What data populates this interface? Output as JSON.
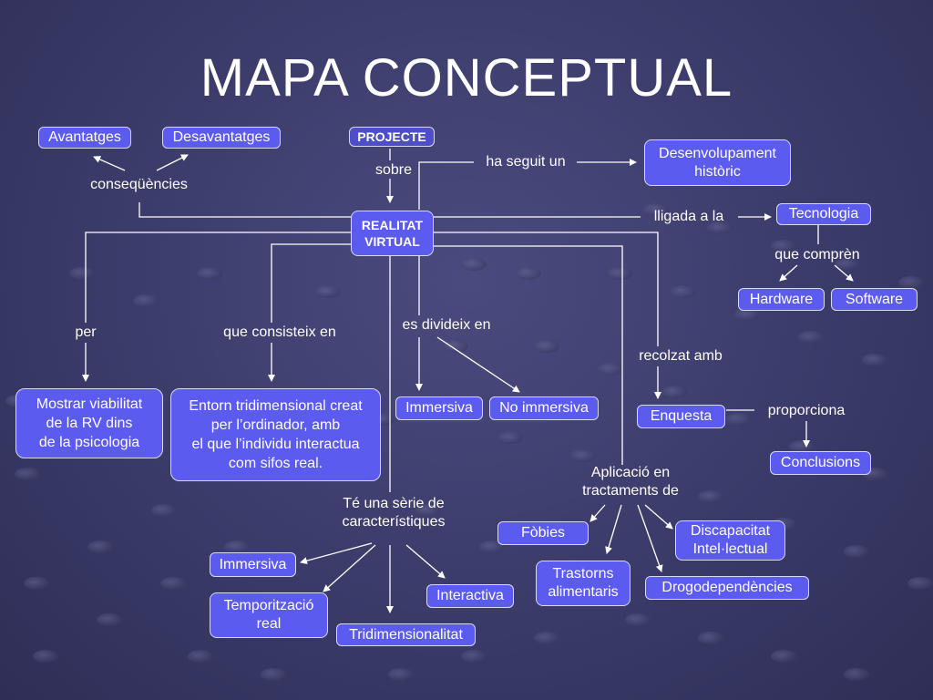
{
  "title": "MAPA CONCEPTUAL",
  "colors": {
    "node_fill": "#5b5bf0",
    "node_border": "#d8d8ff",
    "background": "#3b3b6a",
    "connector": "#ffffff"
  },
  "nodes": {
    "projecte": "PROJECTE",
    "realitat_virtual": "REALITAT\nVIRTUAL",
    "avantatges": "Avantatges",
    "desavantatges": "Desavantatges",
    "desenvolupament": "Desenvolupament\nhistòric",
    "tecnologia": "Tecnologia",
    "hardware": "Hardware",
    "software": "Software",
    "mostrar": "Mostrar viabilitat\nde la RV dins\nde la psicologia",
    "entorn": "Entorn tridimensional creat\nper l’ordinador, amb\nel que l’individu interactua\ncom sifos real.",
    "immersiva_div": "Immersiva",
    "no_immersiva": "No immersiva",
    "enquesta": "Enquesta",
    "conclusions": "Conclusions",
    "fobies": "Fòbies",
    "trastorns": "Trastorns\nalimentaris",
    "discapacitat": "Discapacitat\nIntel·lectual",
    "drogodependencies": "Drogodependències",
    "immersiva_car": "Immersiva",
    "temporitzacio": "Temporització\nreal",
    "tridimensionalitat": "Tridimensionalitat",
    "interactiva": "Interactiva"
  },
  "labels": {
    "consequencies": "conseqüències",
    "sobre": "sobre",
    "ha_seguit": "ha seguit un",
    "lligada": "lligada a la",
    "que_compren": "que comprèn",
    "per": "per",
    "que_consisteix": "que consisteix en",
    "es_divideix": "es divideix en",
    "recolzat": "recolzat amb",
    "proporciona": "proporciona",
    "aplicacio": "Aplicació en\ntractaments de",
    "te_serie": "Té una sèrie de\ncaracterístiques"
  }
}
